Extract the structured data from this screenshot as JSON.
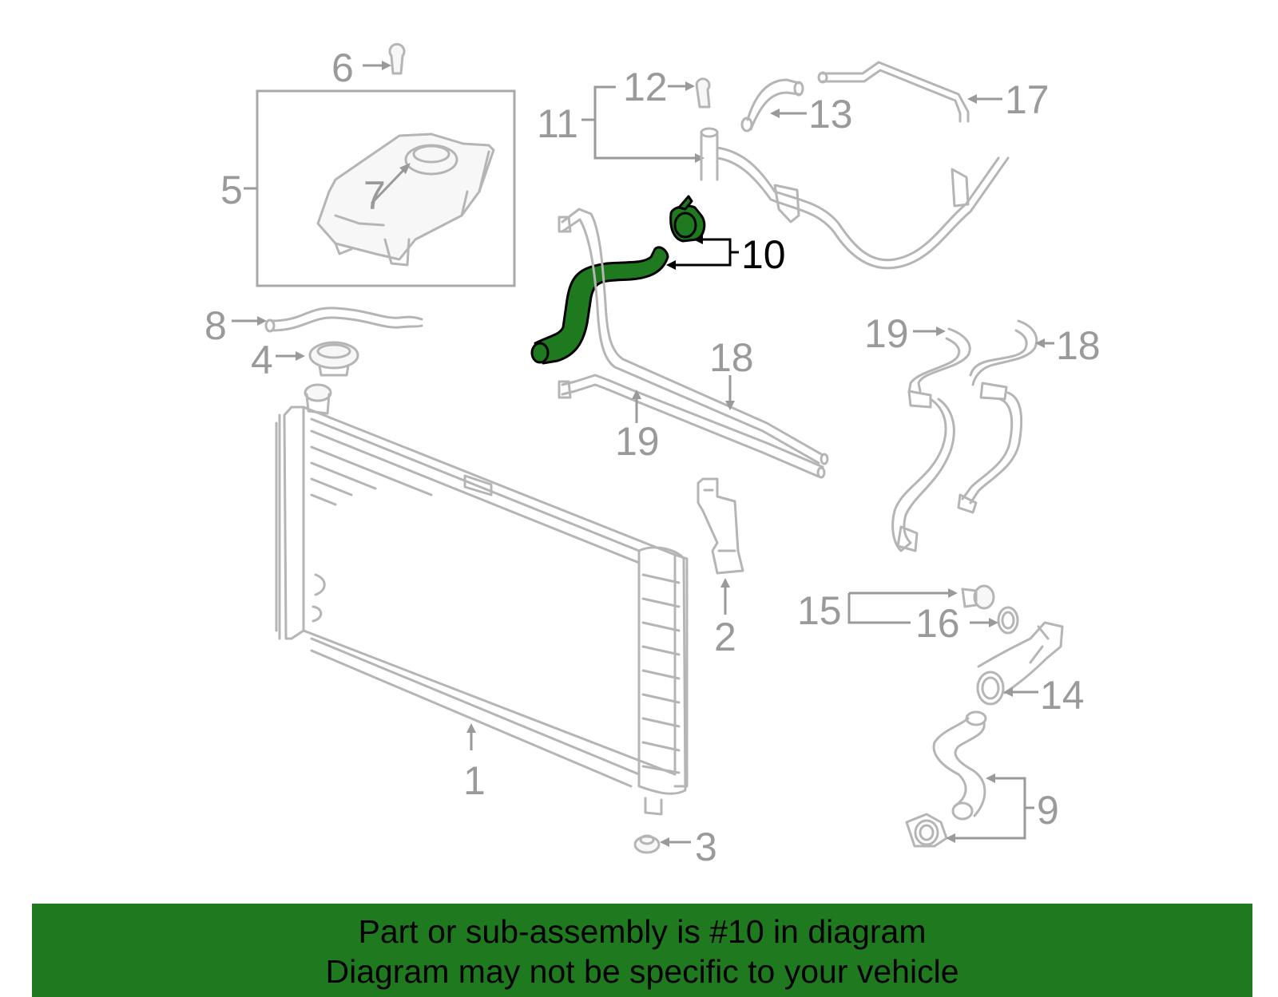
{
  "diagram": {
    "callouts": [
      {
        "id": "1",
        "label": "1"
      },
      {
        "id": "2",
        "label": "2"
      },
      {
        "id": "3",
        "label": "3"
      },
      {
        "id": "4",
        "label": "4"
      },
      {
        "id": "5",
        "label": "5"
      },
      {
        "id": "6",
        "label": "6"
      },
      {
        "id": "7",
        "label": "7"
      },
      {
        "id": "8",
        "label": "8"
      },
      {
        "id": "9",
        "label": "9"
      },
      {
        "id": "10",
        "label": "10"
      },
      {
        "id": "11",
        "label": "11"
      },
      {
        "id": "12",
        "label": "12"
      },
      {
        "id": "13",
        "label": "13"
      },
      {
        "id": "14",
        "label": "14"
      },
      {
        "id": "15",
        "label": "15"
      },
      {
        "id": "16",
        "label": "16"
      },
      {
        "id": "17",
        "label": "17"
      },
      {
        "id": "18a",
        "label": "18"
      },
      {
        "id": "18b",
        "label": "18"
      },
      {
        "id": "19a",
        "label": "19"
      },
      {
        "id": "19b",
        "label": "19"
      }
    ],
    "highlighted_part": "10",
    "colors": {
      "highlight": "#1f7a1f",
      "parts": "#b5b5b5",
      "callout": "#9a9a9a",
      "active_callout": "#000000"
    }
  },
  "banner": {
    "line1": "Part or sub-assembly is #10 in diagram",
    "line2": "Diagram may not be specific to your vehicle",
    "color": "#1f7a1f"
  }
}
